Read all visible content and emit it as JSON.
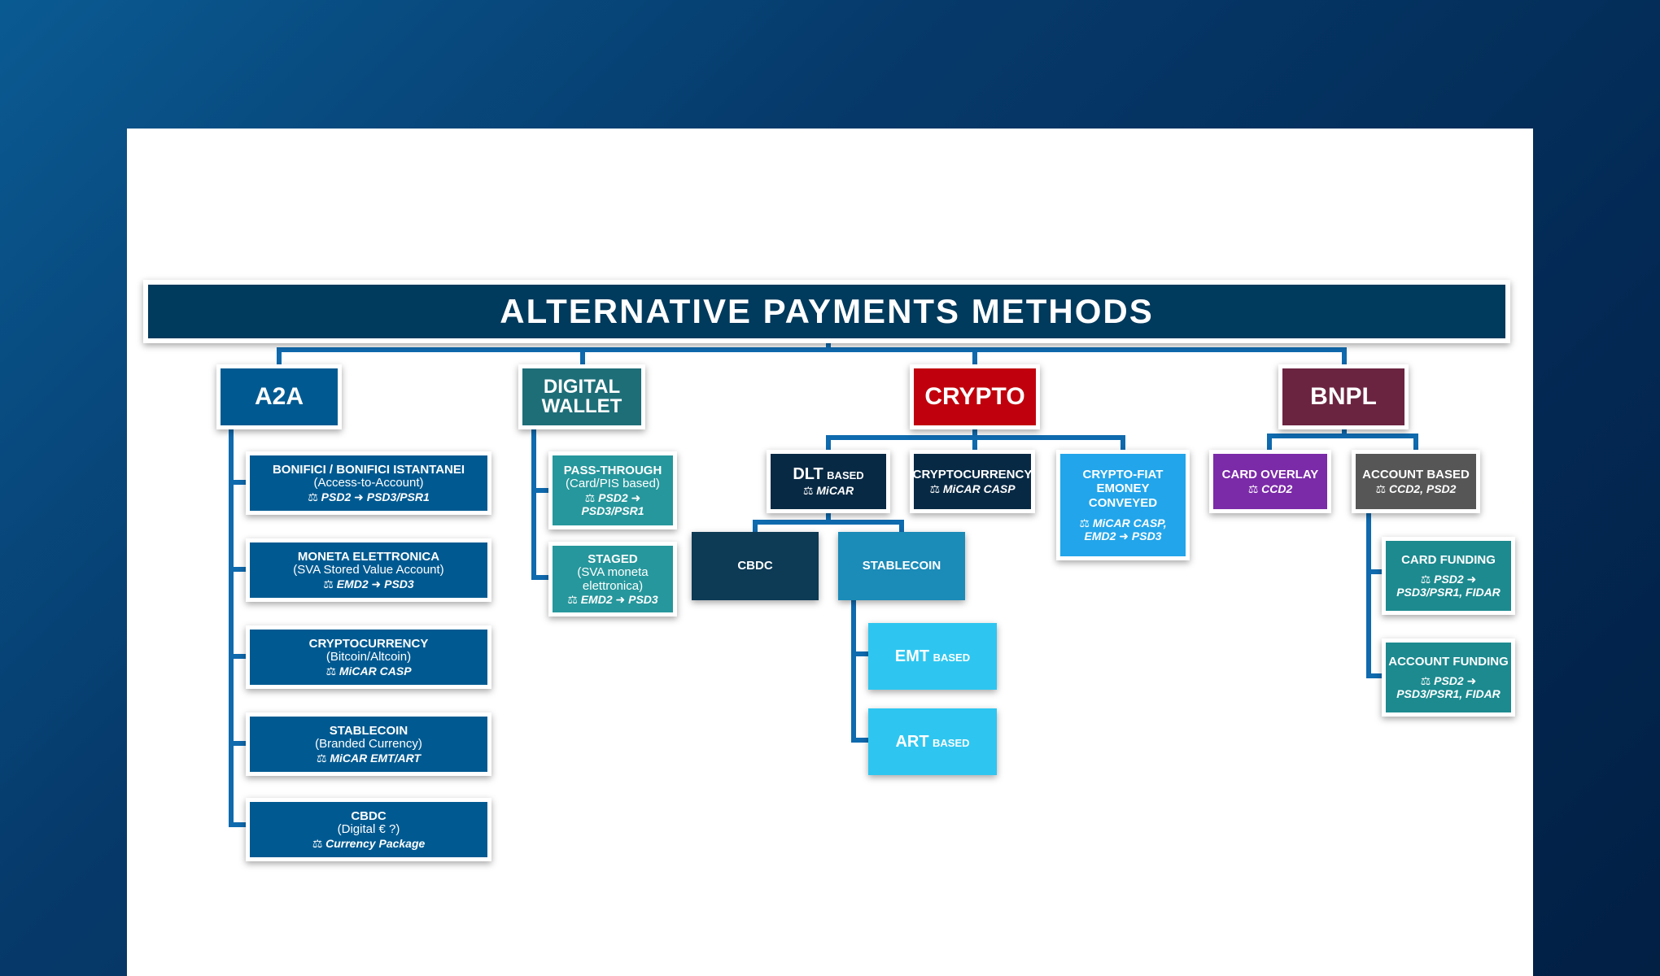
{
  "title": "ALTERNATIVE PAYMENTS METHODS",
  "colors": {
    "title_bg": "#003a5c",
    "a2a": "#005a91",
    "digital_wallet": "#1e6e78",
    "digital_wallet_items": "#26979c",
    "crypto": "#c0000c",
    "bnpl": "#6b2440",
    "dlt": "#082944",
    "cbdc_node": "#0d3a55",
    "stablecoin_node": "#1b8bb8",
    "emt_art": "#2ec6f0",
    "crypto_fiat": "#22a5ea",
    "card_overlay": "#7b2aa8",
    "account_based": "#565656",
    "funding": "#1c8a8f",
    "connector": "#0f6aae"
  },
  "categories": {
    "a2a": "A2A",
    "digital_wallet": [
      "DIGITAL",
      "WALLET"
    ],
    "crypto": "CRYPTO",
    "bnpl": "BNPL"
  },
  "a2a_items": [
    {
      "label": "BONIFICI / BONIFICI ISTANTANEI",
      "sub": "(Access-to-Account)",
      "reg": "⚖ PSD2 ➜ PSD3/PSR1"
    },
    {
      "label": "MONETA ELETTRONICA",
      "sub": "(SVA Stored Value Account)",
      "reg": "⚖ EMD2 ➜ PSD3"
    },
    {
      "label": "CRYPTOCURRENCY",
      "sub": "(Bitcoin/Altcoin)",
      "reg": "⚖ MiCAR CASP"
    },
    {
      "label": "STABLECOIN",
      "sub": "(Branded Currency)",
      "reg": "⚖ MiCAR EMT/ART"
    },
    {
      "label": "CBDC",
      "sub": "(Digital € ?)",
      "reg": "⚖ Currency Package"
    }
  ],
  "wallet_items": [
    {
      "label": "PASS-THROUGH",
      "sub": "(Card/PIS based)",
      "reg": [
        "⚖ PSD2 ➜",
        "PSD3/PSR1"
      ]
    },
    {
      "label": "STAGED",
      "sub": [
        "(SVA moneta",
        "elettronica)"
      ],
      "reg": "⚖ EMD2 ➜ PSD3"
    }
  ],
  "crypto": {
    "dlt": {
      "label": "DLT",
      "suffix": "BASED",
      "reg": "⚖ MiCAR"
    },
    "cryptocurrency": {
      "label": "CRYPTOCURRENCY",
      "reg": "⚖ MiCAR CASP"
    },
    "crypto_fiat": {
      "lines": [
        "CRYPTO-FIAT",
        "EMONEY",
        "CONVEYED"
      ],
      "reg": [
        "⚖ MiCAR CASP,",
        "EMD2 ➜ PSD3"
      ]
    },
    "cbdc": "CBDC",
    "stablecoin": "STABLECOIN",
    "emt": {
      "label": "EMT",
      "suffix": "BASED"
    },
    "art": {
      "label": "ART",
      "suffix": "BASED"
    }
  },
  "bnpl": {
    "card_overlay": {
      "label": "CARD OVERLAY",
      "reg": "⚖ CCD2"
    },
    "account_based": {
      "label": "ACCOUNT BASED",
      "reg": "⚖ CCD2, PSD2"
    },
    "card_funding": {
      "label": "CARD FUNDING",
      "reg": [
        "⚖ PSD2 ➜",
        "PSD3/PSR1, FIDAR"
      ]
    },
    "account_funding": {
      "label": "ACCOUNT FUNDING",
      "reg": [
        "⚖ PSD2 ➜",
        "PSD3/PSR1, FIDAR"
      ]
    }
  }
}
